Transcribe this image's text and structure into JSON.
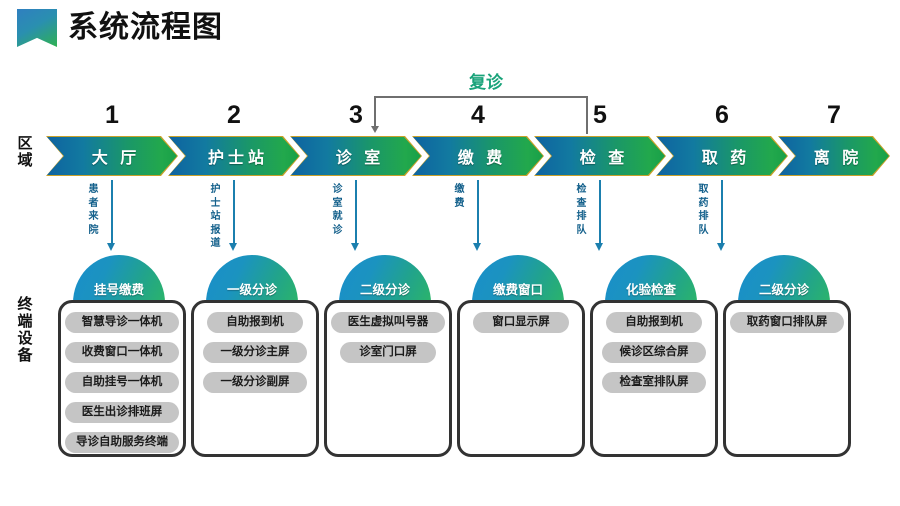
{
  "header": {
    "title": "系统流程图",
    "icon": "ribbon-bookmark-icon"
  },
  "axis": {
    "area_label": "区域",
    "terminal_label": "终端设备"
  },
  "followup": {
    "label": "复诊",
    "from_stage": 5,
    "to_stage": 3
  },
  "colors": {
    "chevron_start": "#0e63a0",
    "chevron_end": "#18a048",
    "chevron_outline": "#c8a12a",
    "badge_start": "#1a8ecb",
    "badge_end": "#2bb46a",
    "arrow": "#1b7fae",
    "note_text": "#15618c",
    "followup_text": "#1aa37a",
    "pill_bg": "#c5c5c5",
    "panel_border": "#333333"
  },
  "stages": [
    {
      "number": "1",
      "name": "大 厅",
      "note": "患者来院"
    },
    {
      "number": "2",
      "name": "护士站",
      "note": "护士站报道"
    },
    {
      "number": "3",
      "name": "诊 室",
      "note": "诊室就诊"
    },
    {
      "number": "4",
      "name": "缴 费",
      "note": "缴费"
    },
    {
      "number": "5",
      "name": "检 查",
      "note": "检查排队"
    },
    {
      "number": "6",
      "name": "取 药",
      "note": "取药排队"
    },
    {
      "number": "7",
      "name": "离 院",
      "note": ""
    }
  ],
  "badges": [
    {
      "label": "挂号缴费"
    },
    {
      "label": "一级分诊"
    },
    {
      "label": "二级分诊"
    },
    {
      "label": "缴费窗口"
    },
    {
      "label": "化验检查"
    },
    {
      "label": "二级分诊"
    }
  ],
  "panels": [
    {
      "items": [
        "智慧导诊一体机",
        "收费窗口一体机",
        "自助挂号一体机",
        "医生出诊排班屏",
        "导诊自助服务终端"
      ]
    },
    {
      "items": [
        "自助报到机",
        "一级分诊主屏",
        "一级分诊副屏"
      ]
    },
    {
      "items": [
        "医生虚拟叫号器",
        "诊室门口屏"
      ]
    },
    {
      "items": [
        "窗口显示屏"
      ]
    },
    {
      "items": [
        "自助报到机",
        "候诊区综合屏",
        "检查室排队屏"
      ]
    },
    {
      "items": [
        "取药窗口排队屏"
      ]
    }
  ]
}
